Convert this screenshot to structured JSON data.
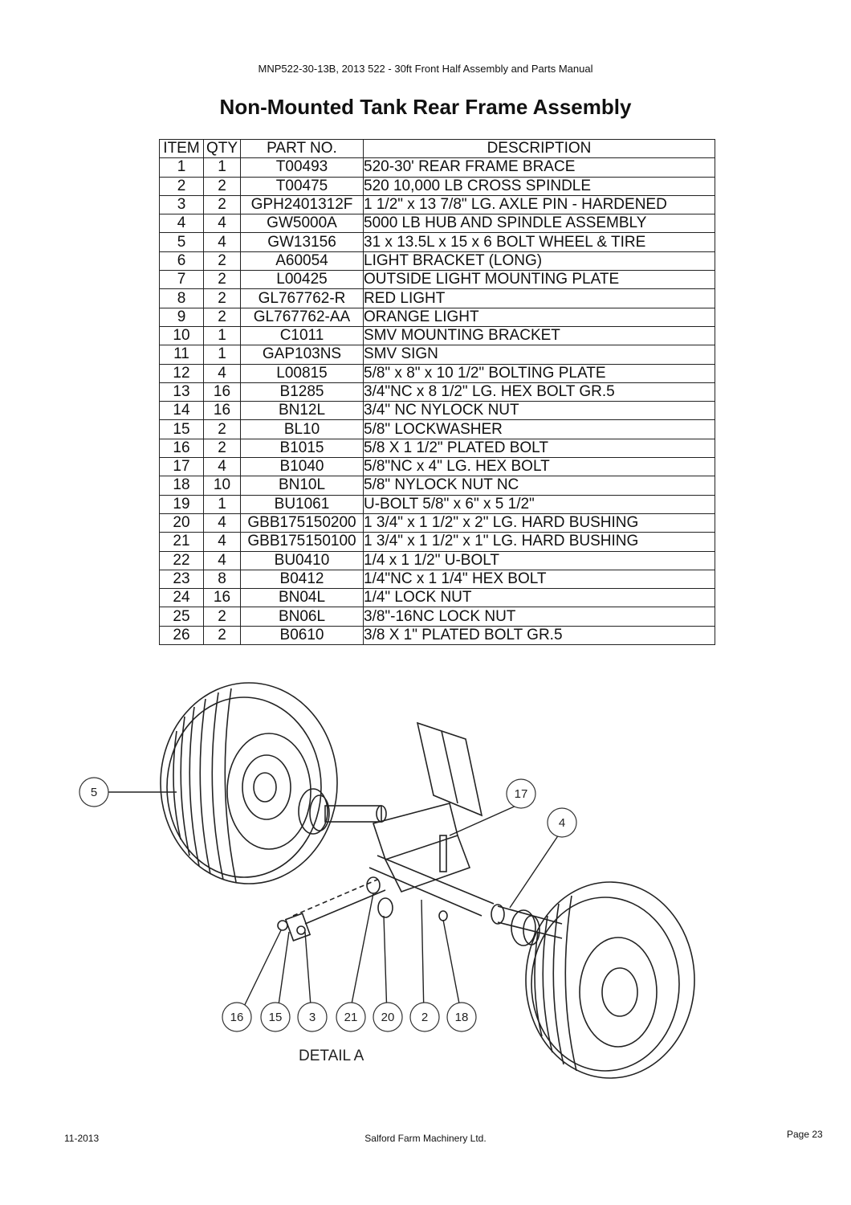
{
  "header": "MNP522-30-13B, 2013 522 - 30ft Front Half Assembly and Parts Manual",
  "title": "Non-Mounted Tank Rear Frame Assembly",
  "table": {
    "columns": [
      "ITEM",
      "QTY",
      "PART NO.",
      "DESCRIPTION"
    ],
    "rows": [
      [
        "1",
        "1",
        "T00493",
        "520-30' REAR FRAME BRACE"
      ],
      [
        "2",
        "2",
        "T00475",
        "520 10,000 LB CROSS SPINDLE"
      ],
      [
        "3",
        "2",
        "GPH2401312F",
        "1 1/2\" x 13 7/8\" LG. AXLE PIN - HARDENED"
      ],
      [
        "4",
        "4",
        "GW5000A",
        "5000 LB HUB AND SPINDLE ASSEMBLY"
      ],
      [
        "5",
        "4",
        "GW13156",
        "31 x 13.5L x 15 x 6 BOLT WHEEL & TIRE"
      ],
      [
        "6",
        "2",
        "A60054",
        "LIGHT BRACKET (LONG)"
      ],
      [
        "7",
        "2",
        "L00425",
        "OUTSIDE LIGHT MOUNTING PLATE"
      ],
      [
        "8",
        "2",
        "GL767762-R",
        "RED LIGHT"
      ],
      [
        "9",
        "2",
        "GL767762-AA",
        "ORANGE LIGHT"
      ],
      [
        "10",
        "1",
        "C1011",
        "SMV MOUNTING BRACKET"
      ],
      [
        "11",
        "1",
        "GAP103NS",
        "SMV SIGN"
      ],
      [
        "12",
        "4",
        "L00815",
        "5/8\" x 8\" x 10 1/2\" BOLTING PLATE"
      ],
      [
        "13",
        "16",
        "B1285",
        "3/4\"NC x 8 1/2\" LG. HEX BOLT GR.5"
      ],
      [
        "14",
        "16",
        "BN12L",
        "3/4\" NC NYLOCK NUT"
      ],
      [
        "15",
        "2",
        "BL10",
        "5/8\" LOCKWASHER"
      ],
      [
        "16",
        "2",
        "B1015",
        "5/8 X 1 1/2\" PLATED BOLT"
      ],
      [
        "17",
        "4",
        "B1040",
        "5/8\"NC x 4\" LG. HEX BOLT"
      ],
      [
        "18",
        "10",
        "BN10L",
        "5/8\" NYLOCK NUT NC"
      ],
      [
        "19",
        "1",
        "BU1061",
        "U-BOLT 5/8\" x 6\" x 5 1/2\""
      ],
      [
        "20",
        "4",
        "GBB175150200",
        "1 3/4\" x 1 1/2\" x 2\" LG. HARD BUSHING"
      ],
      [
        "21",
        "4",
        "GBB175150100",
        "1 3/4\" x 1 1/2\" x 1\" LG. HARD BUSHING"
      ],
      [
        "22",
        "4",
        "BU0410",
        "1/4 x 1 1/2\" U-BOLT"
      ],
      [
        "23",
        "8",
        "B0412",
        "1/4\"NC x 1 1/4\" HEX BOLT"
      ],
      [
        "24",
        "16",
        "BN04L",
        "1/4\" LOCK NUT"
      ],
      [
        "25",
        "2",
        "BN06L",
        "3/8\"-16NC LOCK NUT"
      ],
      [
        "26",
        "2",
        "B0610",
        "3/8 X 1\" PLATED BOLT GR.5"
      ]
    ]
  },
  "drawing": {
    "callouts": {
      "c5": "5",
      "c17": "17",
      "c4": "4",
      "c16": "16",
      "c15": "15",
      "c3": "3",
      "c21": "21",
      "c20": "20",
      "c2": "2",
      "c18": "18"
    },
    "detail_label": "DETAIL A"
  },
  "footer": {
    "date": "11-2013",
    "company": "Salford Farm Machinery Ltd.",
    "page": "Page 23"
  }
}
